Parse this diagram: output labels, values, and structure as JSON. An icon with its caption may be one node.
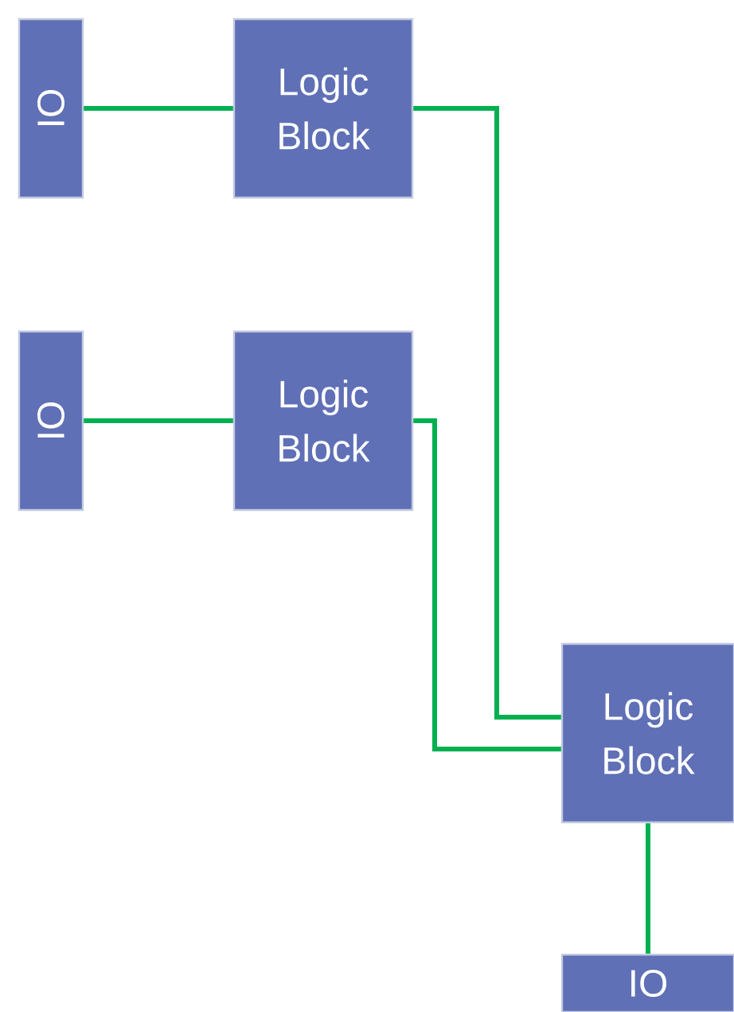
{
  "diagram": {
    "nodes": [
      {
        "text": [
          "IO"
        ]
      },
      {
        "text": [
          "Logic Block"
        ]
      },
      {
        "text": [
          "IO"
        ]
      },
      {
        "text": [
          "Logic Block"
        ]
      },
      {
        "text": [
          "Logic Block"
        ]
      },
      {
        "text": [
          "IO"
        ]
      }
    ],
    "edges": [
      {
        "from": 0,
        "to": 1,
        "arrow": "none"
      },
      {
        "from": 1,
        "to": 4,
        "arrow": "none"
      },
      {
        "from": 2,
        "to": 3,
        "arrow": "none"
      },
      {
        "from": 3,
        "to": 4,
        "arrow": "none"
      },
      {
        "from": 4,
        "to": 5,
        "arrow": "none"
      }
    ]
  }
}
